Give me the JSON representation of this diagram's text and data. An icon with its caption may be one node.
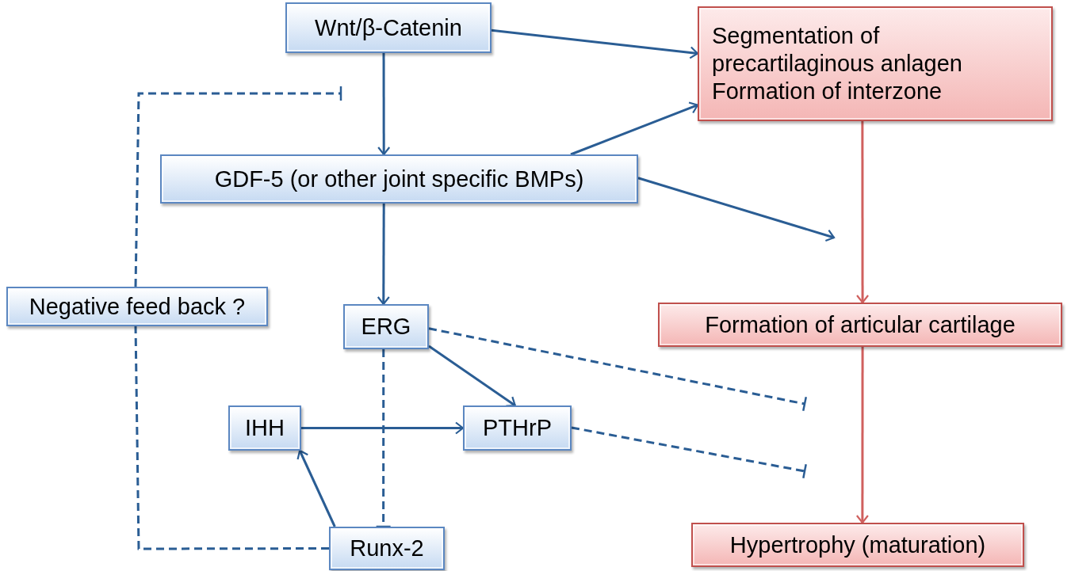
{
  "diagram": {
    "nodes": [
      {
        "text": [
          "Wnt/β-Catenin"
        ]
      },
      {
        "text": [
          "Segmentation of precartilaginous anlagen",
          "Formation of interzone"
        ]
      },
      {
        "text": [
          "GDF-5 (or other joint specific BMPs)"
        ]
      },
      {
        "text": [
          "Negative feed back ?"
        ]
      },
      {
        "text": [
          "Formation of articular cartilage"
        ]
      },
      {
        "text": [
          "ERG"
        ]
      },
      {
        "text": [
          "IHH"
        ]
      },
      {
        "text": [
          "PTHrP"
        ]
      },
      {
        "text": [
          "Runx-2"
        ]
      },
      {
        "text": [
          "Hypertrophy (maturation)"
        ]
      }
    ],
    "edges": [
      {
        "from": 0,
        "to": 1,
        "arrow": "to"
      },
      {
        "from": 0,
        "to": 2,
        "arrow": "to"
      },
      {
        "from": 2,
        "to": 1,
        "arrow": "to"
      },
      {
        "from": 2,
        "to": null,
        "arrow": "to"
      },
      {
        "from": 2,
        "to": 5,
        "arrow": "to"
      },
      {
        "from": 1,
        "to": 4,
        "arrow": "to",
        "color": "#d0605e"
      },
      {
        "from": 4,
        "to": 9,
        "arrow": "to",
        "color": "#d0605e"
      },
      {
        "from": 5,
        "to": 7,
        "arrow": "to"
      },
      {
        "from": 6,
        "to": 7,
        "arrow": "to"
      },
      {
        "from": 8,
        "to": 6,
        "arrow": "to"
      },
      {
        "from": 5,
        "to": null,
        "arrow": "other",
        "style": "dashed"
      },
      {
        "from": 7,
        "to": null,
        "arrow": "other",
        "style": "dashed"
      },
      {
        "from": 5,
        "to": 8,
        "arrow": "other",
        "style": "dashed"
      },
      {
        "from": 8,
        "to": 3,
        "arrow": "none",
        "style": "dashed"
      },
      {
        "from": 3,
        "to": null,
        "arrow": "other",
        "style": "dashed"
      }
    ]
  }
}
